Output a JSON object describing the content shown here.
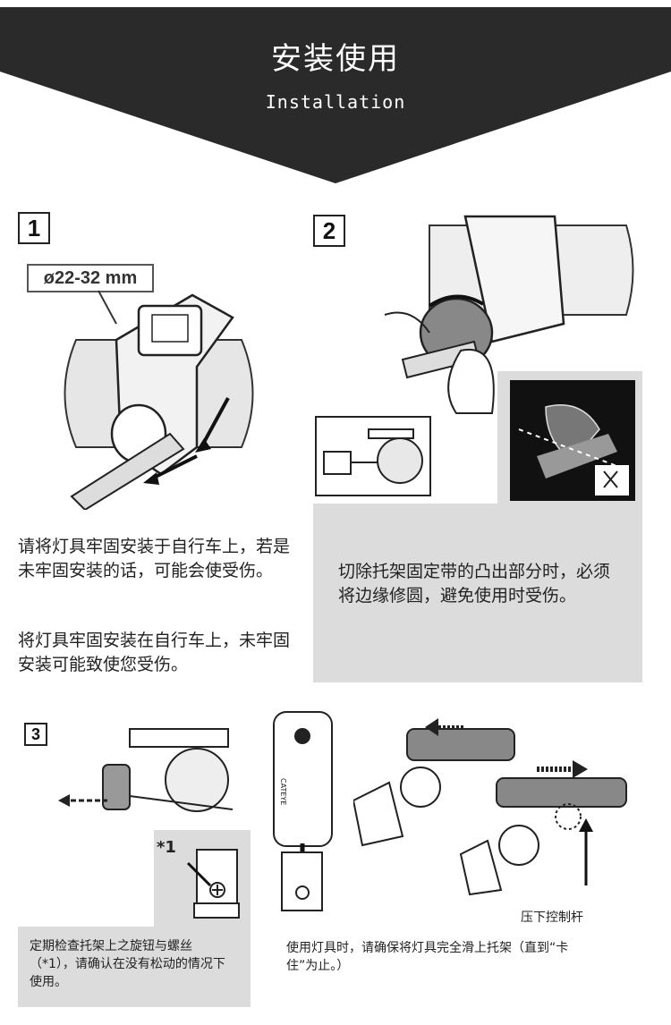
{
  "header": {
    "title": "安装使用",
    "subtitle": "Installation",
    "bg_color": "#2a2a2a"
  },
  "step1": {
    "number": "1",
    "size_label": "ø22-32 mm",
    "text1": "请将灯具牢固安装于自行车上，若是未牢固安装的话，可能会使受伤。",
    "text2": "将灯具牢固安装在自行车上，未牢固安装可能致使您受伤。"
  },
  "step2": {
    "number": "2",
    "text": "切除托架固定带的凸出部分时，必须将边缘修圆，避免使用时受伤。"
  },
  "step3": {
    "number": "3",
    "note_mark": "*1",
    "text_left": "定期检查托架上之旋钮与螺丝（*1），请确认在没有松动的情况下使用。",
    "text_mid": "使用灯具时，请确保将灯具完全滑上托架（直到“卡住”为止。）",
    "label_lever": "压下控制杆",
    "lamp_brand": "CATEYE"
  }
}
